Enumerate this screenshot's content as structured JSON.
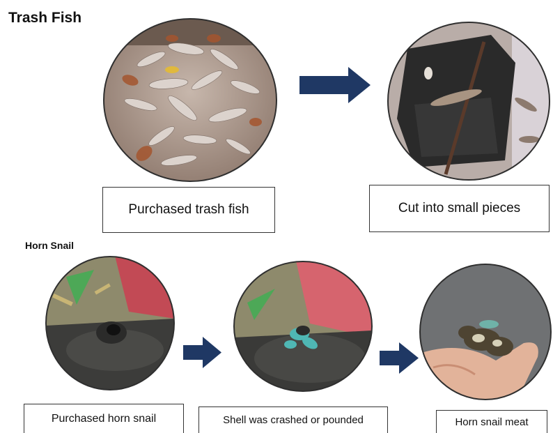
{
  "sections": {
    "trash_fish": {
      "title": "Trash Fish",
      "steps": [
        {
          "label": "Purchased trash fish",
          "photo": "pile-of-small-trash-fish"
        },
        {
          "label": "Cut into small pieces",
          "photo": "fish-on-cutting-board-with-knife"
        }
      ]
    },
    "horn_snail": {
      "title": "Horn Snail",
      "steps": [
        {
          "label": "Purchased horn snail",
          "photo": "horn-snail-on-stone"
        },
        {
          "label": "Shell was crashed or pounded",
          "photo": "crushed-snail-on-stone"
        },
        {
          "label": "Horn snail meat",
          "photo": "snail-meat-in-hand"
        }
      ]
    }
  },
  "colors": {
    "arrow": "#1f3864",
    "box_border": "#333333",
    "photo_border": "#2f2f2f"
  },
  "icons": [
    "right-arrow-icon"
  ]
}
